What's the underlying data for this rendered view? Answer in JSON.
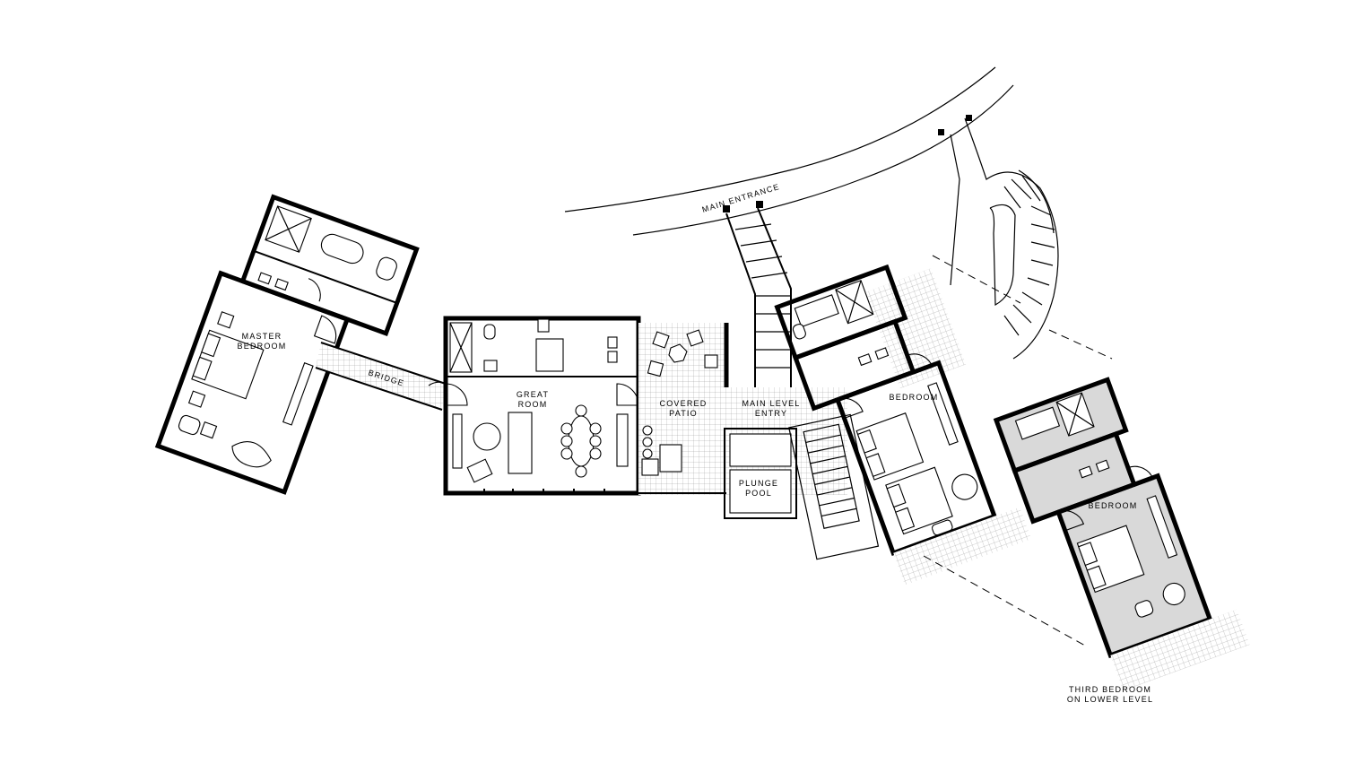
{
  "labels": {
    "main_entrance": "MAIN ENTRANCE",
    "master_bedroom_1": "MASTER",
    "master_bedroom_2": "BEDROOM",
    "bridge": "BRIDGE",
    "great_room_1": "GREAT",
    "great_room_2": "ROOM",
    "covered_patio_1": "COVERED",
    "covered_patio_2": "PATIO",
    "main_level_entry_1": "MAIN LEVEL",
    "main_level_entry_2": "ENTRY",
    "plunge_pool_1": "PLUNGE",
    "plunge_pool_2": "POOL",
    "bedroom_upper": "BEDROOM",
    "bedroom_lower": "BEDROOM",
    "third_bedroom_1": "THIRD BEDROOM",
    "third_bedroom_2": "ON LOWER LEVEL"
  },
  "colors": {
    "wall": "#000000",
    "background": "#ffffff",
    "lower_level_fill": "#d9d9d9"
  }
}
